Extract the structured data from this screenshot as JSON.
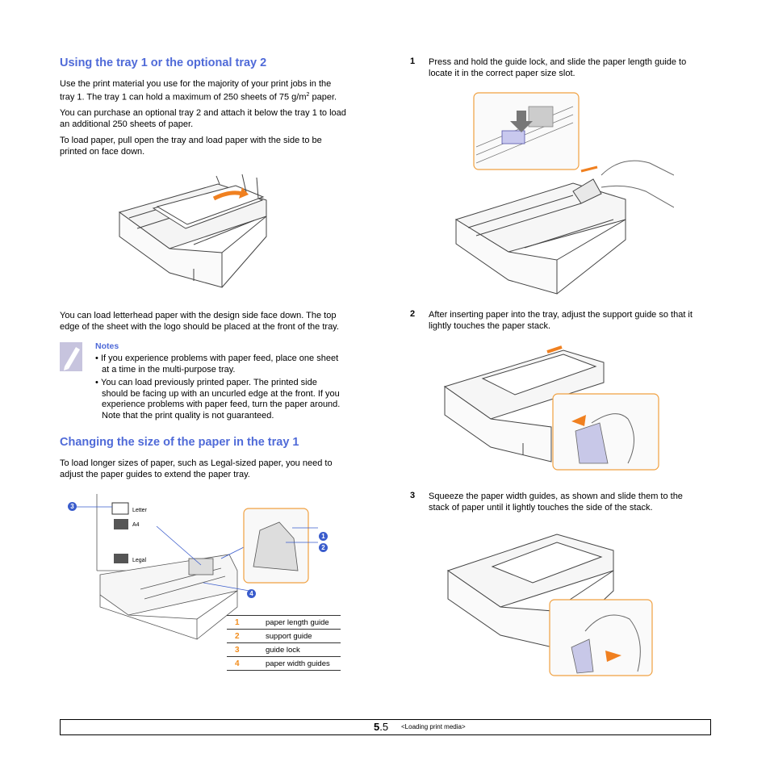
{
  "left": {
    "section1_title": "Using the tray 1 or the optional tray 2",
    "para1_line1": "Use the print material you use for the majority of your print jobs in the",
    "para1_line2_pre": "tray 1. The tray 1 can hold a maximum of 250 sheets of 75 g/m",
    "para1_sup": "2",
    "para1_line2_post": " paper.",
    "para2_line1": "You can purchase an optional tray 2 and attach it below the tray 1 to load",
    "para2_line2": "an additional 250 sheets of paper.",
    "para3_line1": "To load paper, pull open the tray and load paper with the side to be",
    "para3_line2": "printed on face down.",
    "para4_line1": "You can load letterhead paper with the design side face down. The top",
    "para4_line2": "edge of the sheet with the logo should be placed at the front of the tray.",
    "notes_title": "Notes",
    "note1_line1": "If you experience problems with paper feed, place one sheet",
    "note1_line2": "at a time in the multi-purpose tray.",
    "note2_line1": "You can load previously printed paper. The printed side",
    "note2_line2": "should be facing up with an uncurled edge at the front. If you",
    "note2_line3": "experience problems with paper feed, turn the paper around.",
    "note2_line4": "Note that the print quality is not guaranteed.",
    "bullet": "•",
    "section2_title": "Changing the size of the paper in the tray 1",
    "para5_line1": "To load longer sizes of paper, such as Legal-sized paper, you need to",
    "para5_line2": "adjust the paper guides to extend the paper tray.",
    "diagram_labels": {
      "letter": "Letter",
      "a4": "A4",
      "legal": "Legal"
    },
    "badges": [
      "1",
      "2",
      "3",
      "4"
    ],
    "callouts": [
      {
        "num": "1",
        "label": "paper length guide"
      },
      {
        "num": "2",
        "label": "support guide"
      },
      {
        "num": "3",
        "label": "guide lock"
      },
      {
        "num": "4",
        "label": "paper width guides"
      }
    ]
  },
  "right": {
    "step1_num": "1",
    "step1_line1": "Press and hold the guide lock, and slide the paper length guide to",
    "step1_line2": "locate it in the correct paper size slot.",
    "step2_num": "2",
    "step2_line1": "After inserting paper into the tray, adjust the support guide so that it",
    "step2_line2": "lightly touches the paper stack.",
    "step3_num": "3",
    "step3_line1": "Squeeze the paper width guides, as shown and slide them to the",
    "step3_line2": "stack of paper until it lightly touches the side of the stack."
  },
  "footer": {
    "page_major": "5",
    "page_minor": ".5",
    "chapter": "<Loading print media>"
  },
  "colors": {
    "heading": "#4f6ad8",
    "callout_number": "#f28c1b",
    "highlight_frame": "#f0a040",
    "badge": "#3a5ccc"
  }
}
